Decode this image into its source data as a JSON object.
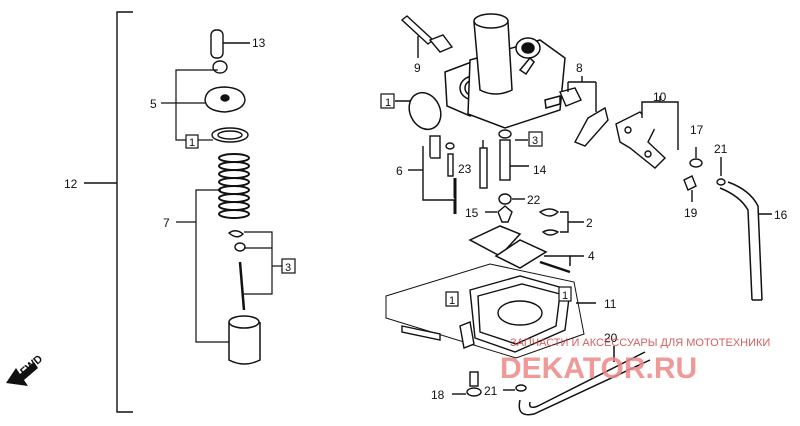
{
  "callouts": {
    "n1a": "1",
    "n1b": "1",
    "n1c": "1",
    "n1d": "1",
    "n2": "2",
    "n3a": "3",
    "n3b": "3",
    "n4": "4",
    "n5": "5",
    "n6": "6",
    "n7": "7",
    "n8": "8",
    "n9": "9",
    "n10": "10",
    "n11": "11",
    "n12": "12",
    "n13": "13",
    "n14": "14",
    "n15": "15",
    "n16": "16",
    "n17": "17",
    "n18": "18",
    "n19": "19",
    "n20": "20",
    "n21a": "21",
    "n21b": "21",
    "n22": "22",
    "n23": "23"
  },
  "direction_label": "FWD",
  "watermark": {
    "caption": "ЗАПЧАСТИ И АКСЕССУАРЫ ДЛЯ МОТОТЕХНИКИ",
    "brand": "DEKATOR.RU"
  }
}
